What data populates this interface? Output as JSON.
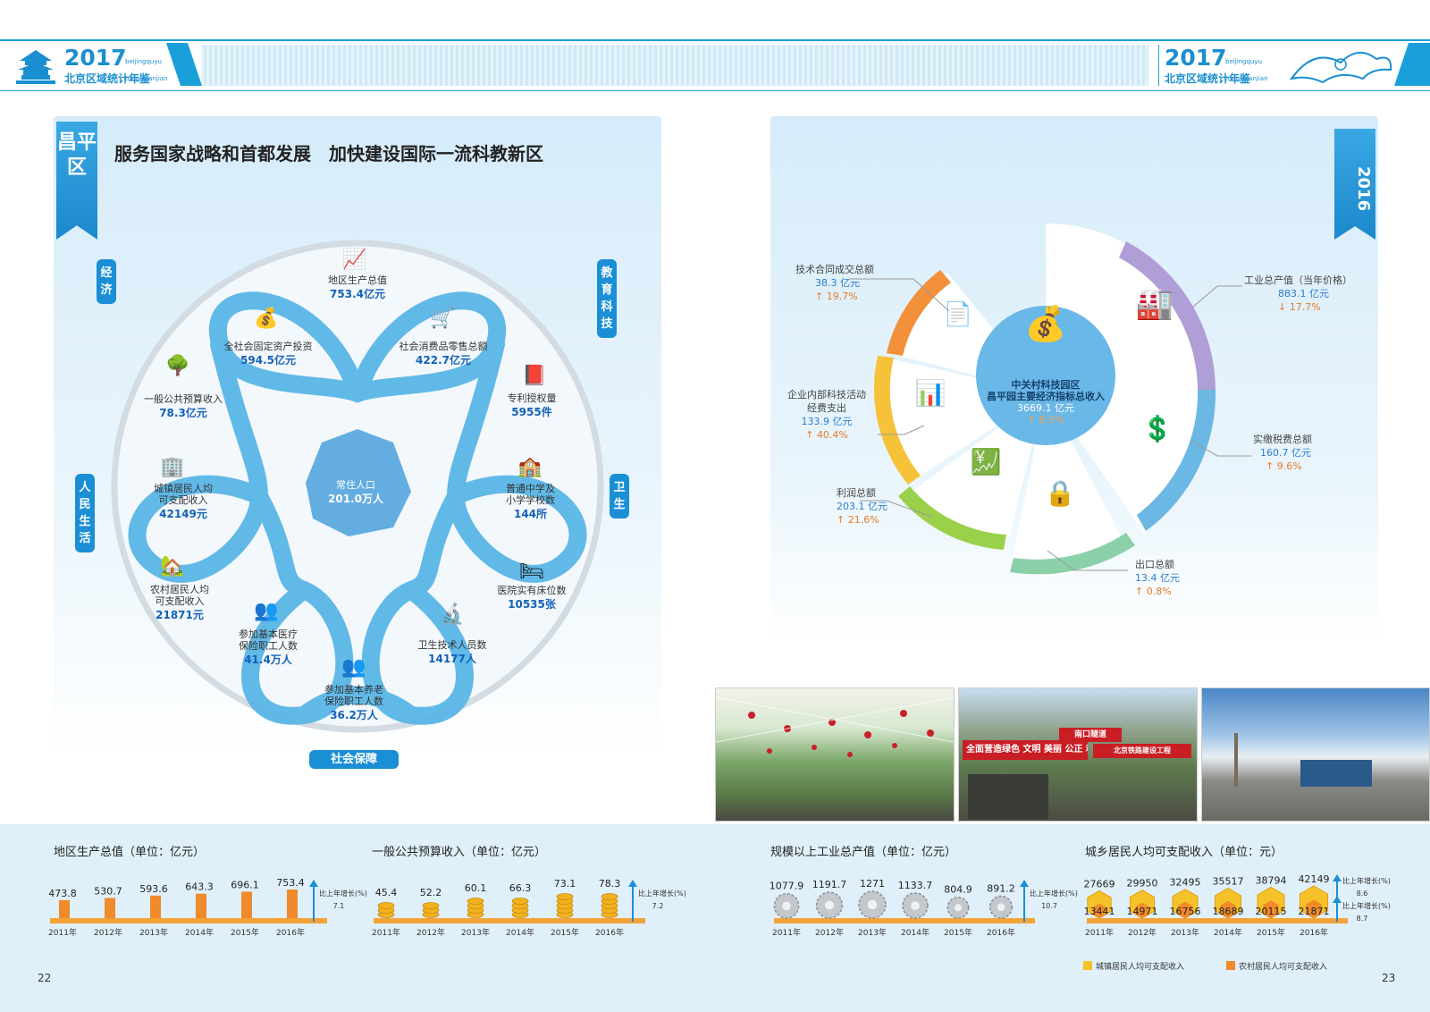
{
  "header": {
    "year": "2017",
    "pinyin1": "beijingquyu",
    "pinyin2": "tongjinianjian",
    "title": "北京区域统计年鉴"
  },
  "left": {
    "district": "昌平区",
    "slogan": "服务国家战略和首都发展　加快建设国际一流科教新区",
    "categories": {
      "economy": "经济",
      "education": "教育科技",
      "livelihood": "人民生活",
      "health": "卫生",
      "security": "社会保障"
    },
    "center": {
      "label": "常住人口",
      "value": "201.0万人"
    },
    "items": {
      "gdp": {
        "label": "地区生产总值",
        "value": "753.4亿元"
      },
      "investment": {
        "label": "全社会固定资产投资",
        "value": "594.5亿元"
      },
      "retail": {
        "label": "社会消费品零售总额",
        "value": "422.7亿元"
      },
      "budget": {
        "label": "一般公共预算收入",
        "value": "78.3亿元"
      },
      "patent": {
        "label": "专利授权量",
        "value": "5955件"
      },
      "urban_income": {
        "label1": "城镇居民人均",
        "label2": "可支配收入",
        "value": "42149元"
      },
      "schools": {
        "label1": "普通中学及",
        "label2": "小学学校数",
        "value": "144所"
      },
      "rural_income": {
        "label1": "农村居民人均",
        "label2": "可支配收入",
        "value": "21871元"
      },
      "beds": {
        "label": "医院实有床位数",
        "value": "10535张"
      },
      "med_ins": {
        "label1": "参加基本医疗",
        "label2": "保险职工人数",
        "value": "41.4万人"
      },
      "health_staff": {
        "label": "卫生技术人员数",
        "value": "14177人"
      },
      "pension": {
        "label1": "参加基本养老",
        "label2": "保险职工人数",
        "value": "36.2万人"
      }
    }
  },
  "right": {
    "year_ribbon": "2016",
    "center": {
      "line1": "中关村科技园区",
      "line2": "昌平园主要经济指标总收入",
      "value": "3669.1 亿元",
      "growth": "↑ 8.5%"
    },
    "items": {
      "contract": {
        "label": "技术合同成交总额",
        "value": "38.3 亿元",
        "growth": "↑ 19.7%"
      },
      "industry": {
        "label": "工业总产值（当年价格）",
        "value": "883.1 亿元",
        "growth": "↓ 17.7%"
      },
      "rnd": {
        "label1": "企业内部科技活动",
        "label2": "经费支出",
        "value": "133.9 亿元",
        "growth": "↑ 40.4%"
      },
      "tax": {
        "label": "实缴税费总额",
        "value": "160.7 亿元",
        "growth": "↑ 9.6%"
      },
      "profit": {
        "label": "利润总额",
        "value": "203.1 亿元",
        "growth": "↑ 21.6%"
      },
      "export": {
        "label": "出口总额",
        "value": "13.4 亿元",
        "growth": "↑ 0.8%"
      }
    }
  },
  "photo_banner": {
    "line1": "全面营造绿色 文明 美丽 公正 和谐",
    "line2": "南口隧道",
    "line3": "北京铁路建设工程"
  },
  "bottom": {
    "growth_label": "比上年增长(%)",
    "legend_urban": "城镇居民人均可支配收入",
    "legend_rural": "农村居民人均可支配收入",
    "page_left": "22",
    "page_right": "23"
  },
  "chart_data": [
    {
      "type": "bar",
      "title": "地区生产总值（单位：亿元）",
      "categories": [
        "2011年",
        "2012年",
        "2013年",
        "2014年",
        "2015年",
        "2016年"
      ],
      "values": [
        473.8,
        530.7,
        593.6,
        643.3,
        696.1,
        753.4
      ],
      "growth": "7.1"
    },
    {
      "type": "bar",
      "title": "一般公共预算收入（单位：亿元）",
      "categories": [
        "2011年",
        "2012年",
        "2013年",
        "2014年",
        "2015年",
        "2016年"
      ],
      "values": [
        45.4,
        52.2,
        60.1,
        66.3,
        73.1,
        78.3
      ],
      "growth": "7.2"
    },
    {
      "type": "bar",
      "title": "规模以上工业总产值（单位：亿元）",
      "categories": [
        "2011年",
        "2012年",
        "2013年",
        "2014年",
        "2015年",
        "2016年"
      ],
      "values": [
        1077.9,
        1191.7,
        1271.0,
        1133.7,
        804.9,
        891.2
      ],
      "growth": "10.7"
    },
    {
      "type": "bar",
      "title": "城乡居民人均可支配收入（单位：元）",
      "categories": [
        "2011年",
        "2012年",
        "2013年",
        "2014年",
        "2015年",
        "2016年"
      ],
      "series": [
        {
          "name": "城镇居民人均可支配收入",
          "values": [
            27669,
            29950,
            32495,
            35517,
            38794,
            42149
          ],
          "growth": "8.6"
        },
        {
          "name": "农村居民人均可支配收入",
          "values": [
            13441,
            14971,
            16756,
            18689,
            20115,
            21871
          ],
          "growth": "8.7"
        }
      ]
    }
  ]
}
